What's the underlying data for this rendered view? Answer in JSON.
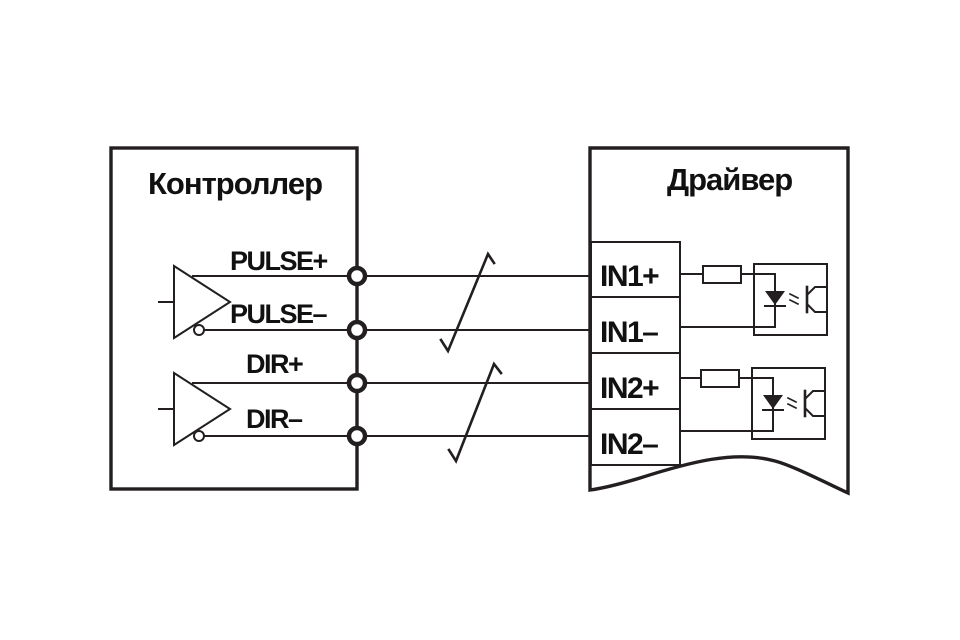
{
  "controller": {
    "title": "Контроллер",
    "signals": [
      "PULSE+",
      "PULSE–",
      "DIR+",
      "DIR–"
    ]
  },
  "driver": {
    "title": "Драйвер",
    "inputs": [
      "IN1+",
      "IN1–",
      "IN2+",
      "IN2–"
    ]
  },
  "cable_pairs": 2,
  "optocouplers": 2,
  "colors": {
    "line": "#231f20",
    "background": "#ffffff"
  }
}
